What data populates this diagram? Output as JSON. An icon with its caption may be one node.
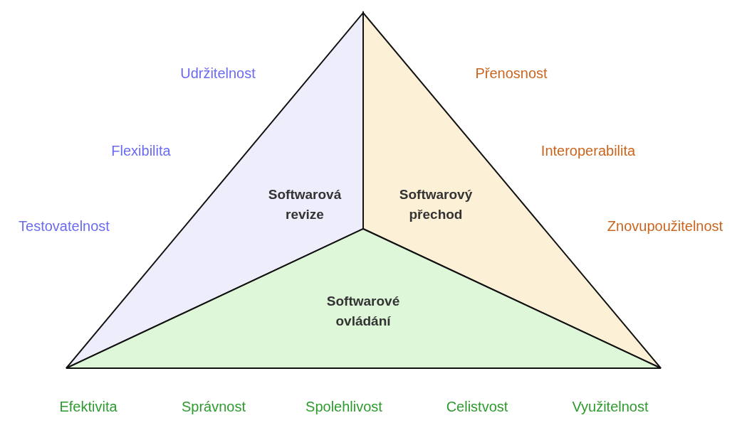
{
  "diagram": {
    "nodes": [
      {
        "text": [
          "Softwarová revize"
        ],
        "beside": [
          "Udržitelnost",
          "Flexibilita",
          "Testovatelnost"
        ]
      },
      {
        "text": [
          "Softwarový přechod"
        ],
        "beside": [
          "Přenosnost",
          "Interoperabilita",
          "Znovupoužitelnost"
        ]
      },
      {
        "text": [
          "Softwarové ovládání"
        ],
        "beside": [
          "Efektivita",
          "Správnost",
          "Spolehlivost",
          "Celistvost",
          "Využitelnost"
        ]
      }
    ]
  }
}
